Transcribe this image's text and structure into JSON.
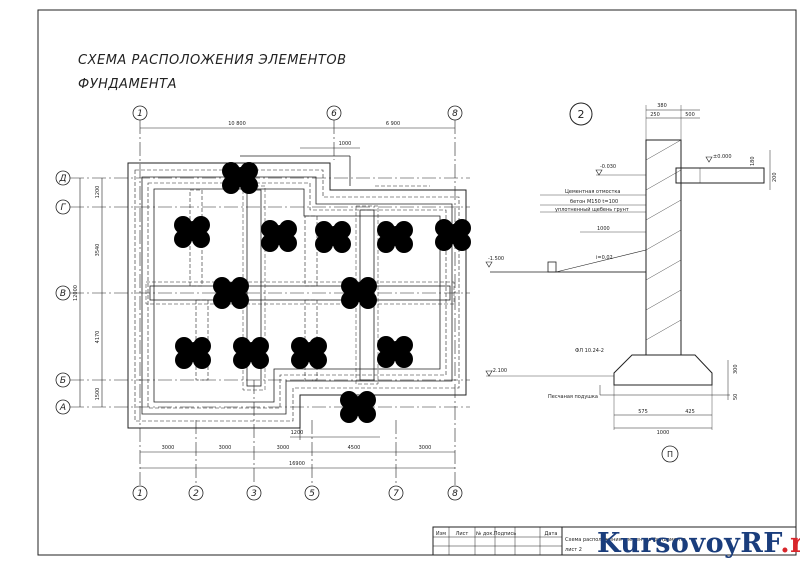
{
  "title": {
    "line1": "СХЕМА РАСПОЛОЖЕНИЯ ЭЛЕМЕНТОВ",
    "line2": "ФУНДАМЕНТА"
  },
  "axes_top": [
    "1",
    "6",
    "8"
  ],
  "axes_bottom": [
    "1",
    "2",
    "3",
    "5",
    "7",
    "8"
  ],
  "axes_left": [
    "Д",
    "Г",
    "В",
    "Б",
    "А"
  ],
  "dims": {
    "top_left": "10 800",
    "top_right": "6 900",
    "left_total": "12000",
    "bottom_overall": "16900",
    "bottom_segments": [
      "3000",
      "3000",
      "3000",
      "4500",
      "3000"
    ],
    "top_small": "1000",
    "bottom_small": "1200",
    "left_segments": [
      "1200",
      "3540",
      "4170",
      "1500"
    ]
  },
  "section": {
    "marker": "2",
    "bottom_marker": "П",
    "top_dims": [
      "380",
      "250",
      "500"
    ],
    "level_top": "±0.000",
    "level_upper": "-0.030",
    "level_ground": "-1.500",
    "level_footing": "-2.100",
    "note_blind_area": "Цементная отмостка",
    "note_concrete": "бетон М150 t=100",
    "note_soil": "уплотненный щебень грунт",
    "slope": "i=0.02",
    "blind_width": "1000",
    "right_dims": [
      "180",
      "200"
    ],
    "footing_mark": "ФЛ 10.24-2",
    "sand_bed": "Песчаная подушка",
    "footing_dims": [
      "575",
      "425"
    ],
    "footing_total": "1000",
    "side_dims": [
      "300",
      "50"
    ]
  },
  "stamp": {
    "headers": [
      "Изм",
      "Лист",
      "№ док.",
      "Подпись",
      "Дата"
    ],
    "title": "Схема расположения элементов фундамента",
    "sheet": "лист 2"
  },
  "watermark": {
    "part1": "KursovoyRF",
    "part2": ".ru"
  }
}
